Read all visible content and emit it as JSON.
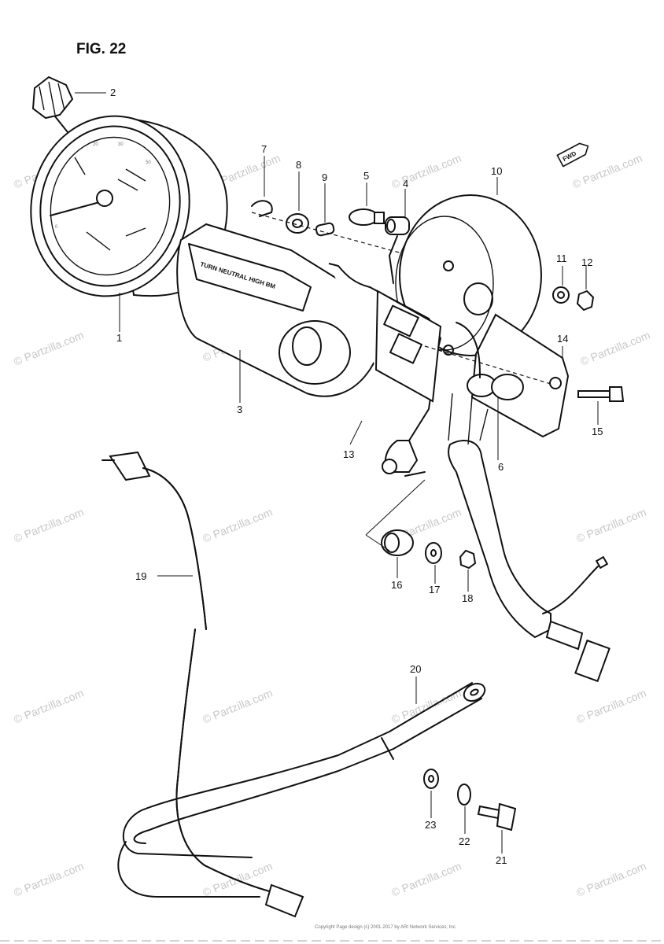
{
  "figure_title": "FIG. 22",
  "direction_badge": "FWD",
  "watermark_text": "© Partzilla.com",
  "indicator_panel_text": "TURN  NEUTRAL  HIGH BM",
  "footer_text": "Copyright\nPage design (c) 2001-2017 by ARI Network Services, Inc.",
  "callouts": [
    "1",
    "2",
    "3",
    "4",
    "5",
    "6",
    "7",
    "8",
    "9",
    "10",
    "11",
    "12",
    "13",
    "14",
    "15",
    "16",
    "17",
    "18",
    "19",
    "20",
    "21",
    "22",
    "23"
  ],
  "line_color": "#111111",
  "watermark_color": "#c8c8c8"
}
